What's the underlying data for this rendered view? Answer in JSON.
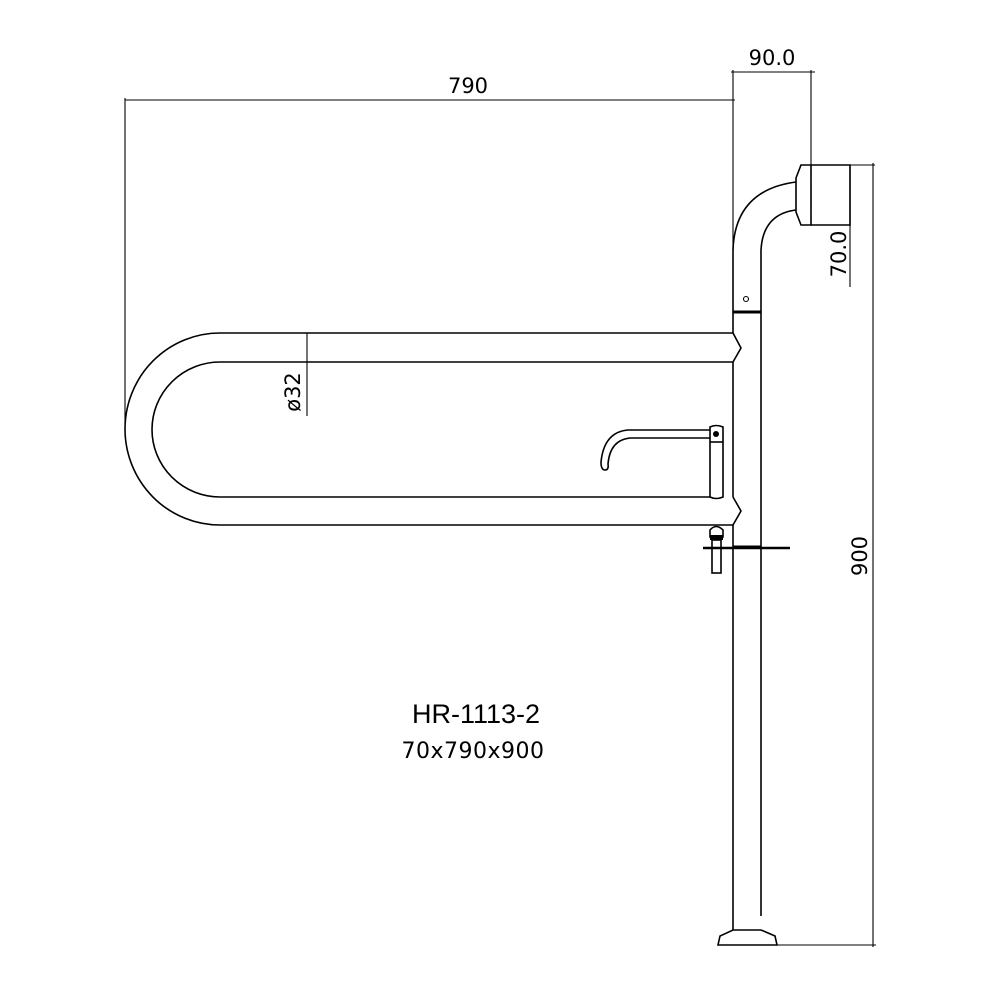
{
  "drawing": {
    "model": "HR-1113-2",
    "size_label": "70x790x900",
    "colors": {
      "line": "#000000",
      "background": "#ffffff"
    }
  },
  "dimensions": {
    "overall_width": "790",
    "wall_offset": "90.0",
    "flange_height": "70.0",
    "overall_height": "900",
    "tube_diameter": "ø32"
  }
}
